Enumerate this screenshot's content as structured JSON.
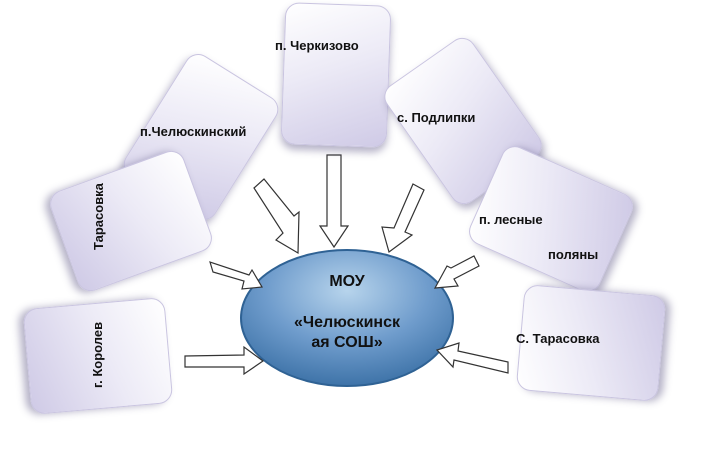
{
  "center": {
    "line1": "МОУ",
    "line2": "«Челюскинск",
    "line3": "ая СОШ»"
  },
  "nodes": {
    "cherkizovo": "п. Черкизово",
    "chelyuskinsky": "п.Челюскинский",
    "podlipki": "с. Подлипки",
    "lesnye_line1": "п. лесные",
    "lesnye_line2": "поляны",
    "tarasovka": "Тарасовка",
    "korolev": "г. Королев",
    "s_tarasovka": "С. Тарасовка"
  },
  "colors": {
    "ellipse_light": "#b7d4ec",
    "ellipse_dark": "#3e73a8",
    "card_light": "#ffffff",
    "card_dark": "#cfcae6"
  }
}
